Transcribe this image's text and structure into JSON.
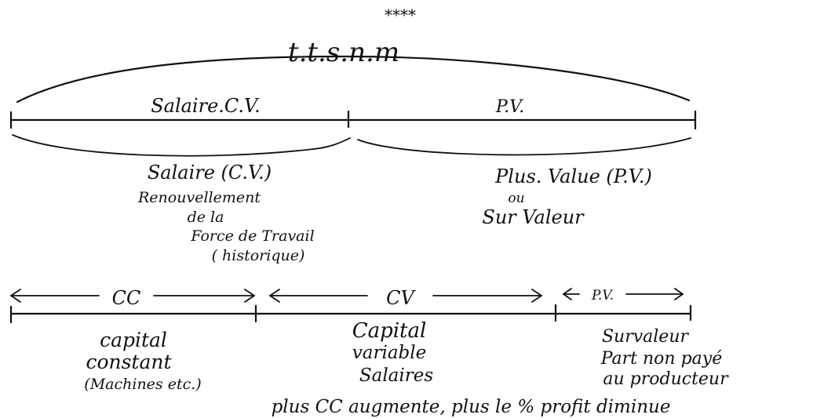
{
  "stars": "****",
  "top_label": "t.t.s.n.m",
  "bar1": {
    "left_label": "Salaire.C.V.",
    "right_label": "P.V."
  },
  "left_notes": {
    "line1": "Salaire (C.V.)",
    "line2": "Renouvellement",
    "line3": "de la",
    "line4": "Force de Travail",
    "line5": "( historique)"
  },
  "right_notes": {
    "line1": "Plus. Value (P.V.)",
    "line2": "ou",
    "line3": "Sur Valeur"
  },
  "bar2": {
    "seg1": "CC",
    "seg2": "CV",
    "seg3": "P.V."
  },
  "bottom_col1": {
    "line1": "capital",
    "line2": "constant",
    "line3": "(Machines etc.)"
  },
  "bottom_col2": {
    "line1": "Capital",
    "line2": "variable",
    "line3": "Salaires"
  },
  "bottom_col3": {
    "line1": "Survaleur",
    "line2": "Part non payé",
    "line3": "au producteur"
  },
  "footer": "plus CC augmente, plus le % profit diminue"
}
